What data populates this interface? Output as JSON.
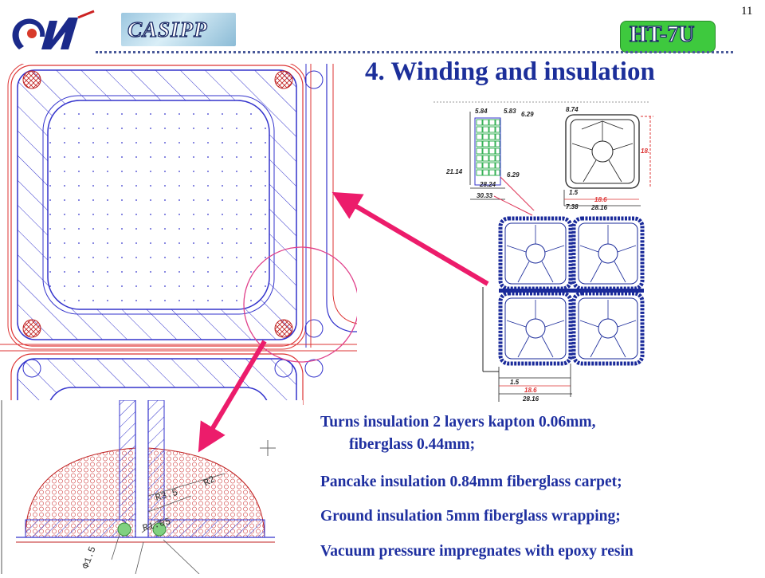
{
  "slide": {
    "page_number": "11",
    "logo_text": "CASIPP",
    "badge": "HT-7U",
    "title": "4. Winding and insulation"
  },
  "bullets": [
    {
      "line1": "Turns insulation 2 layers kapton  0.06mm,",
      "line2": "fiberglass 0.44mm;"
    },
    {
      "line1": "Pancake insulation 0.84mm fiberglass carpet;"
    },
    {
      "line1": "Ground insulation 5mm fiberglass wrapping;"
    },
    {
      "line1": "Vacuum pressure impregnates with epoxy resin"
    }
  ],
  "drawing_labels": {
    "top_left": [
      "5.84",
      "5.83",
      "6.29",
      "21.14",
      "6.29",
      "28.24",
      "30.33"
    ],
    "top_right": [
      "8.74",
      "1.5",
      "18.6",
      "7.38",
      "28.16",
      "18."
    ],
    "bottom": [
      "1.5",
      "18.6",
      "28.16"
    ],
    "detail": [
      "R3.5",
      "R2",
      "R1.05",
      "Φ1.5"
    ]
  },
  "colors": {
    "title": "#1c2f9a",
    "bullet_text": "#1e2fa0",
    "arrow": "#ec1c6b",
    "badge_bg": "#3ec93e",
    "conductor_outline": "#3333cc",
    "insulation_red": "#dd3333"
  }
}
